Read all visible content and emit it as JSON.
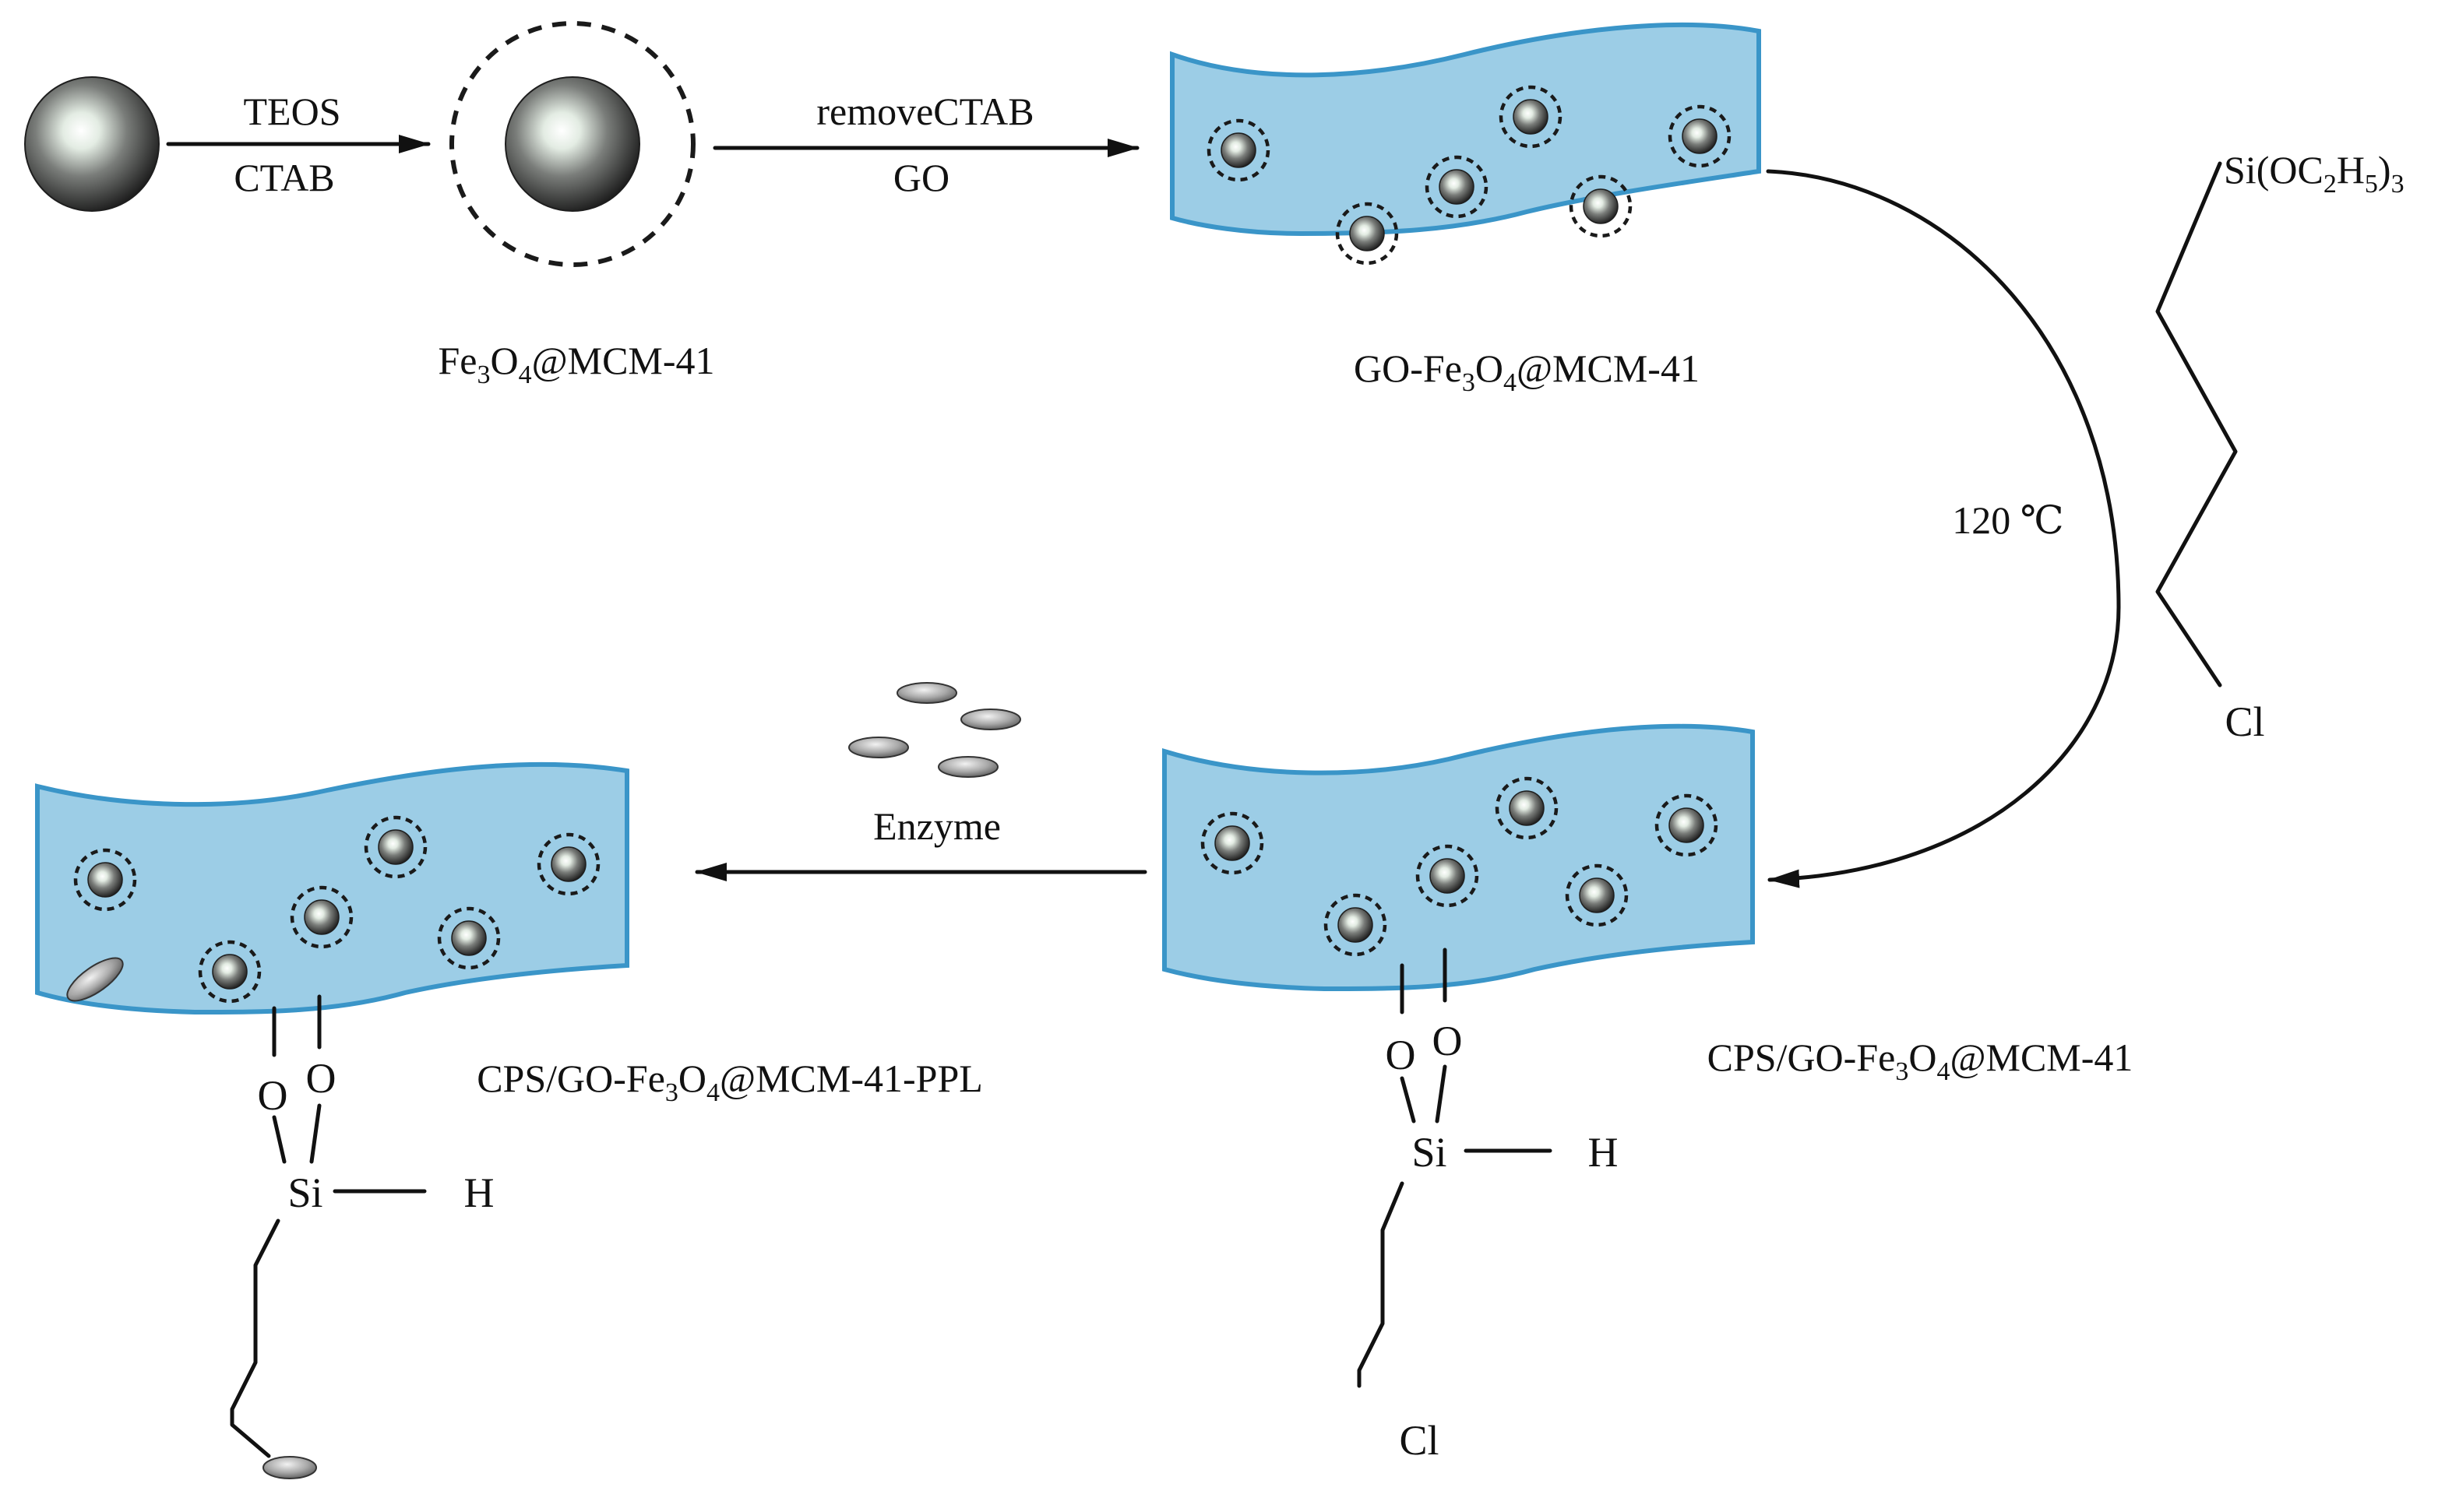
{
  "steps": {
    "step1": {
      "reagent_top": "TEOS",
      "reagent_bottom": "CTAB"
    },
    "step2": {
      "reagent_top": "removeCTAB",
      "reagent_bottom": "GO"
    },
    "step3": {
      "condition": "120 ℃"
    },
    "step4": {
      "reagent": "Enzyme"
    }
  },
  "materials": {
    "core_shell": {
      "base": "Fe",
      "sub1": "3",
      "mid": "O",
      "sub2": "4",
      "tail": "@MCM-41"
    },
    "go_composite": {
      "base": "GO-Fe",
      "sub1": "3",
      "mid": "O",
      "sub2": "4",
      "tail": "@MCM-41"
    },
    "cps_composite": {
      "base": "CPS/GO-Fe",
      "sub1": "3",
      "mid": "O",
      "sub2": "4",
      "tail": "@MCM-41"
    },
    "ppl_composite": {
      "base": "CPS/GO-Fe",
      "sub1": "3",
      "mid": "O",
      "sub2": "4",
      "tail": "@MCM-41-PPL"
    }
  },
  "silane_reagent": {
    "head": {
      "base": "Si(OC",
      "sub1": "2",
      "mid": "H",
      "sub2": "5",
      "tail": ")",
      "sub3": "3"
    },
    "terminal": "Cl"
  },
  "linker_cps": {
    "oxygen_left": "O",
    "oxygen_right": "O",
    "silicon": "Si",
    "hydrogen": "H",
    "terminal": "Cl"
  },
  "linker_ppl": {
    "oxygen_left": "O",
    "oxygen_right": "O",
    "silicon": "Si",
    "hydrogen": "H"
  },
  "colors": {
    "sheet_fill": "#9ccde6",
    "sheet_edge": "#3a95c8",
    "particle_dark": "#2b2b2b",
    "particle_light": "#ffffff",
    "enzyme": "#9a9a9a"
  },
  "icons": {
    "particle": "fe3o4-sphere-icon",
    "enzyme": "enzyme-ellipse-icon"
  }
}
